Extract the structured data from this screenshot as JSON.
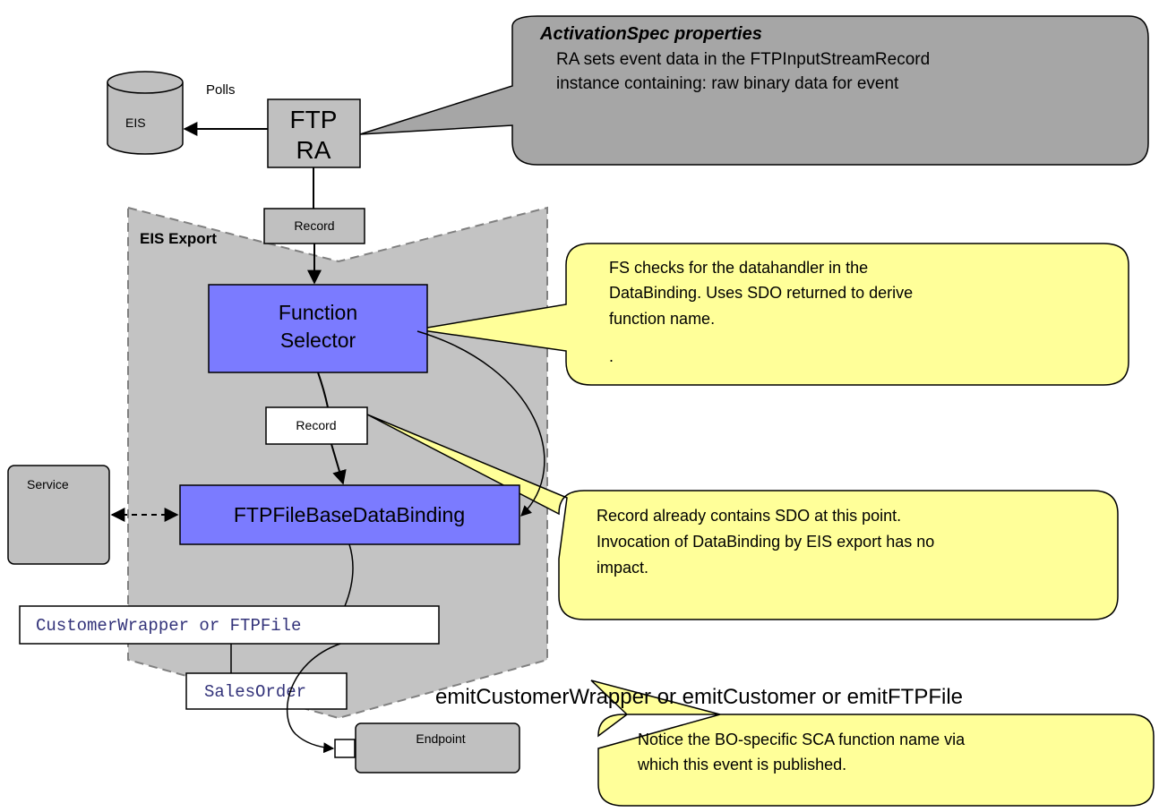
{
  "callouts": {
    "activation_title": "ActivationSpec properties",
    "activation_lines": [
      "RA sets event data in the FTPInputStreamRecord",
      "instance containing: raw binary data for event"
    ],
    "fs_lines": [
      "FS checks for the datahandler in the",
      "DataBinding.  Uses SDO returned to derive",
      "function name.",
      "."
    ],
    "record_lines": [
      "Record already contains SDO at this point.",
      "Invocation of DataBinding by EIS export has no",
      "impact."
    ],
    "notice_lines": [
      "Notice the BO-specific SCA function name via",
      "which this event is published."
    ]
  },
  "nodes": {
    "eis": "EIS",
    "polls": "Polls",
    "ftp_ra": [
      "FTP",
      "RA"
    ],
    "record_top": "Record",
    "eis_export": "EIS Export",
    "function_selector": [
      "Function",
      "Selector"
    ],
    "record_mid": "Record",
    "service": "Service",
    "databinding": "FTPFileBaseDataBinding",
    "customer_wrapper": "CustomerWrapper or FTPFile",
    "sales_order": "SalesOrder",
    "endpoint": "Endpoint",
    "emit_label": "emitCustomerWrapper or emitCustomer or emitFTPFile"
  },
  "colors": {
    "callout_gray": "#a6a6a6",
    "callout_yellow": "#ffff99",
    "selector_blue": "#7b7bff",
    "export_gray": "#c3c3c3",
    "node_gray": "#c0c0c0"
  }
}
